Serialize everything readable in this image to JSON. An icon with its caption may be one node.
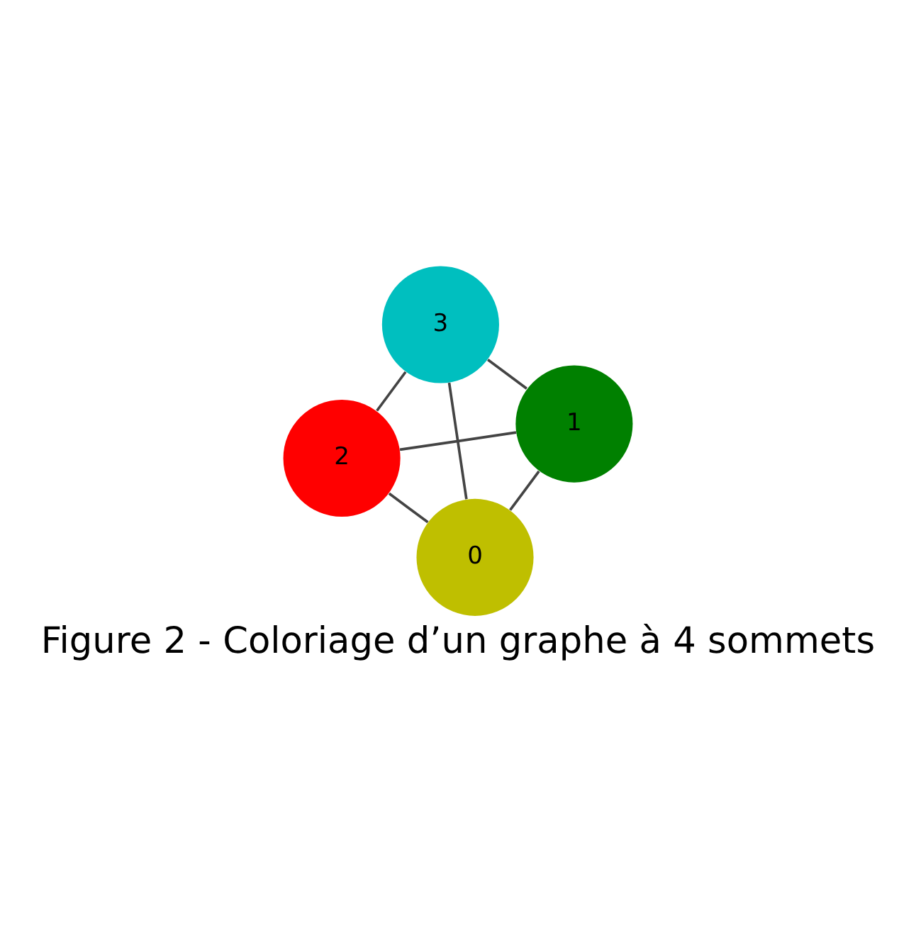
{
  "diagram": {
    "caption": "Figure 2 - Coloriage d’un graphe à 4 sommets",
    "nodes": [
      {
        "text": [
          "2"
        ]
      },
      {
        "text": [
          "1"
        ]
      },
      {
        "text": [
          "0"
        ]
      },
      {
        "text": [
          "3"
        ]
      }
    ],
    "edges": [
      {
        "from": 1,
        "to": 0,
        "arrow": "none"
      },
      {
        "from": 1,
        "to": 3,
        "arrow": "none"
      },
      {
        "from": 1,
        "to": 2,
        "arrow": "none"
      },
      {
        "from": 0,
        "to": 3,
        "arrow": "none"
      },
      {
        "from": 0,
        "to": 2,
        "arrow": "none"
      },
      {
        "from": 3,
        "to": 2,
        "arrow": "none"
      }
    ]
  }
}
